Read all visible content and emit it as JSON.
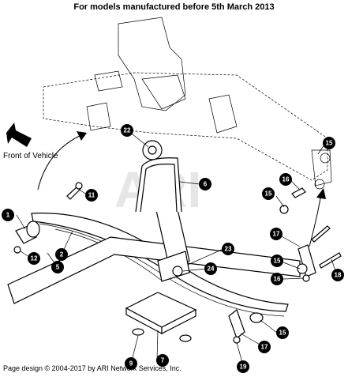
{
  "header": {
    "title": "For models manufactured before 5th March 2013"
  },
  "label": {
    "front": "Front of Vehicle"
  },
  "watermark": "ARI",
  "footer": {
    "copyright": "Page design © 2004-2017 by ARI Network Services, Inc."
  },
  "callouts": [
    "1",
    "2",
    "5",
    "6",
    "7",
    "9",
    "11",
    "12",
    "15",
    "15",
    "15",
    "15",
    "16",
    "16",
    "17",
    "17",
    "18",
    "19",
    "22",
    "23",
    "24"
  ]
}
